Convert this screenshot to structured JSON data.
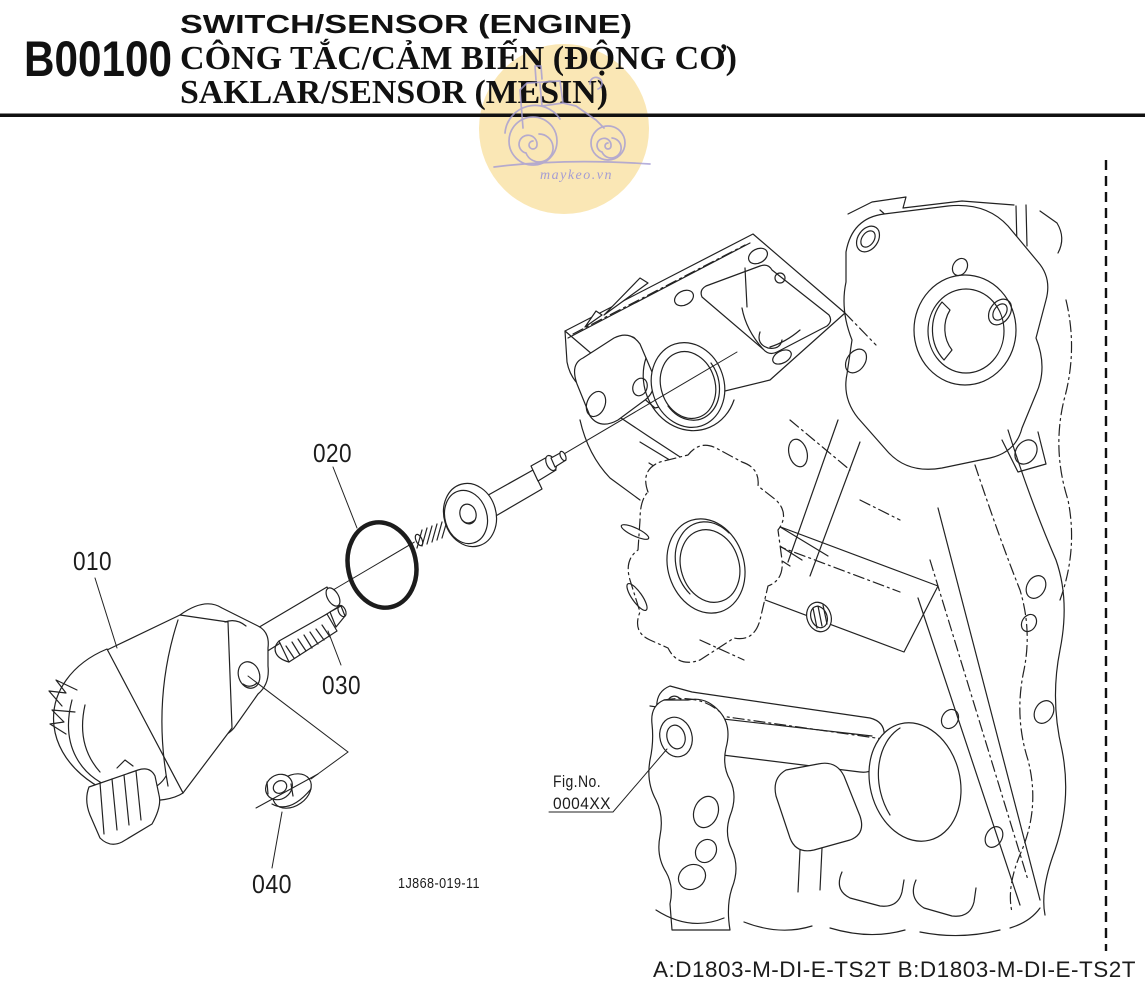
{
  "header": {
    "code": "B00100",
    "title_en": "SWITCH/SENSOR (ENGINE)",
    "title_vi": "CÔNG TẮC/CẢM BIẾN (ĐỘNG CƠ)",
    "title_id": "SAKLAR/SENSOR (MESIN)"
  },
  "watermark": {
    "text": "maykeo.vn",
    "circle_color": "#FAE7B5",
    "ink_color": "#A49CD3"
  },
  "diagram": {
    "parts": [
      {
        "ref": "010"
      },
      {
        "ref": "020"
      },
      {
        "ref": "030"
      },
      {
        "ref": "040"
      }
    ],
    "drawing_number": "1J868-019-11",
    "fig_no": {
      "label": "Fig.No.",
      "value": "0004XX"
    }
  },
  "footer": {
    "applicability": "A:D1803-M-DI-E-TS2T B:D1803-M-DI-E-TS2T"
  },
  "colors": {
    "line": "#222222",
    "background": "#FFFFFF"
  }
}
